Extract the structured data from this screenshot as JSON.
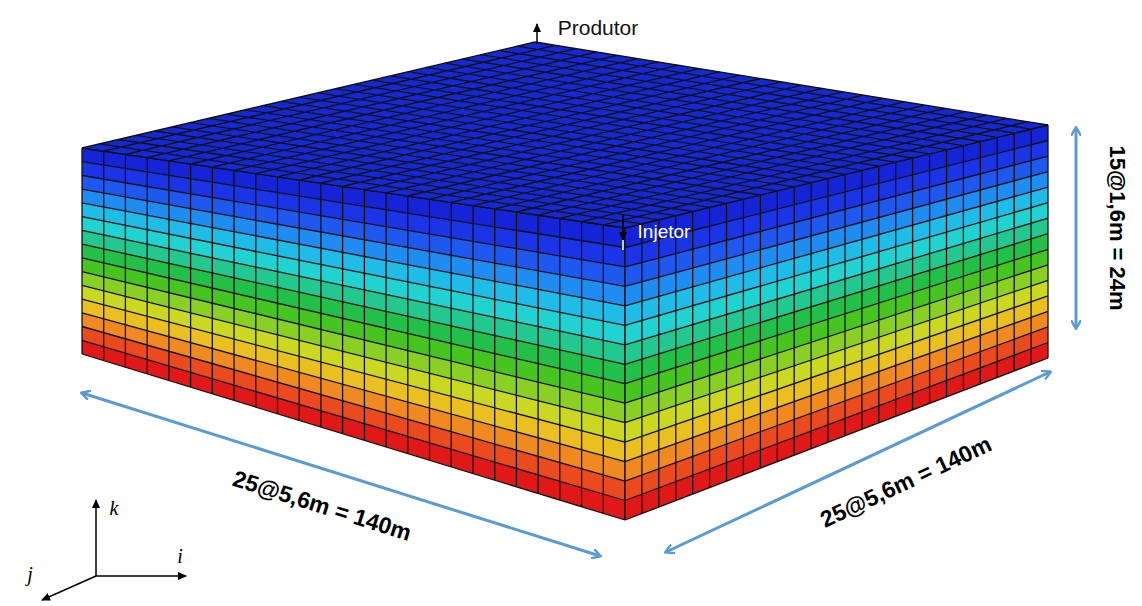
{
  "diagram": {
    "labels": [
      "Produtor",
      "Injetor",
      "15@1,6m = 24m",
      "25@5,6m = 140m",
      "25@5,6m = 140m",
      "k",
      "j",
      "i"
    ]
  }
}
